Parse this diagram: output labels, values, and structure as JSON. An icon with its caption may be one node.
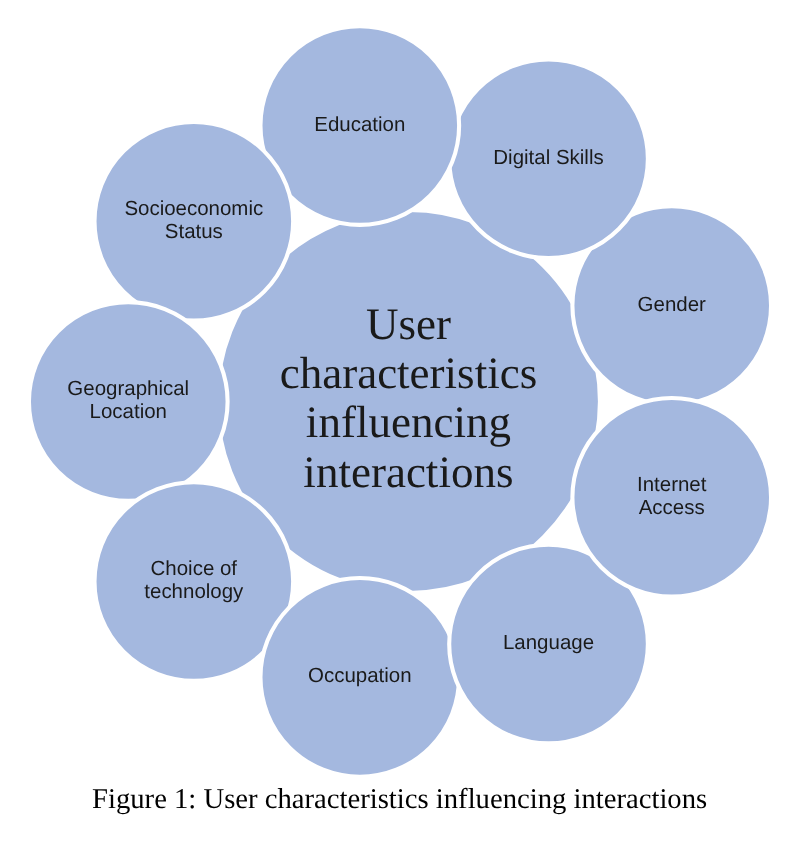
{
  "diagram": {
    "caption": "Figure 1: User characteristics influencing interactions",
    "nodes": [
      {
        "text": [
          "User characteristics influencing interactions"
        ]
      },
      {
        "text": [
          "Gender"
        ]
      },
      {
        "text": [
          "Digital Skills"
        ]
      },
      {
        "text": [
          "Education"
        ]
      },
      {
        "text": [
          "Socioeconomic Status"
        ]
      },
      {
        "text": [
          "Geographical Location"
        ]
      },
      {
        "text": [
          "Choice of technology"
        ]
      },
      {
        "text": [
          "Occupation"
        ]
      },
      {
        "text": [
          "Language"
        ]
      },
      {
        "text": [
          "Internet Access"
        ]
      }
    ],
    "edges": []
  }
}
